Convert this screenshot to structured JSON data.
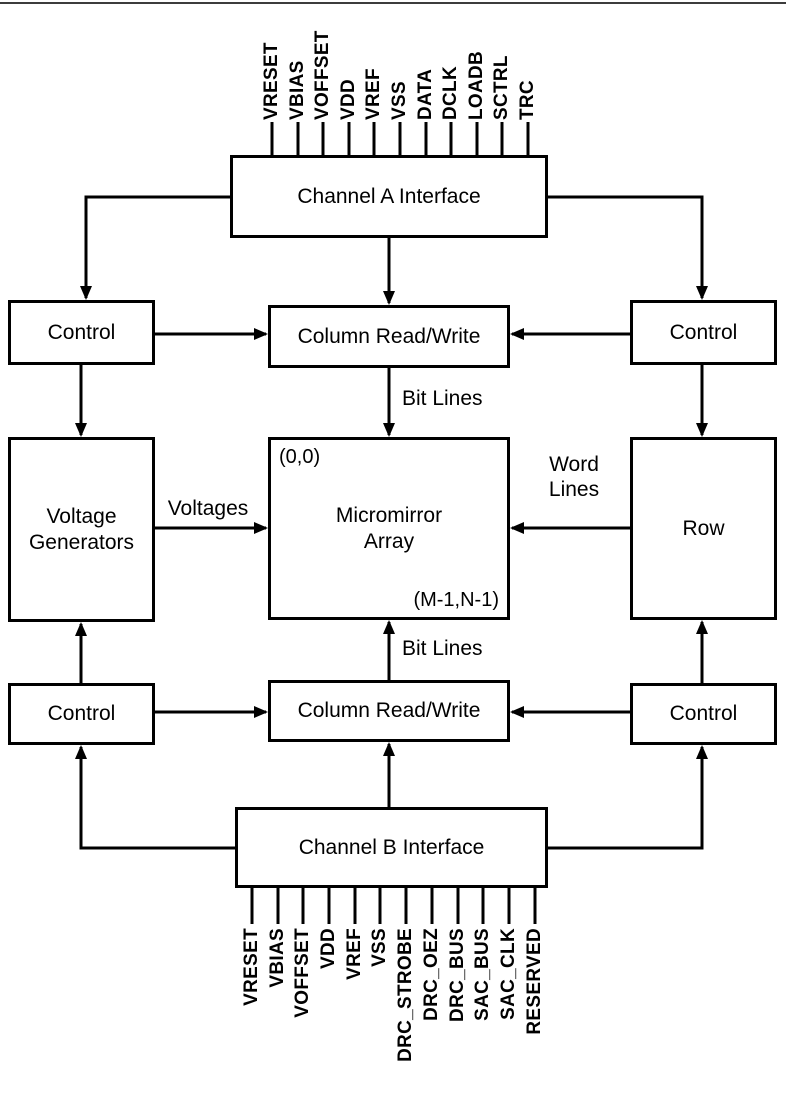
{
  "pins": {
    "top": [
      "VRESET",
      "VBIAS",
      "VOFFSET",
      "VDD",
      "VREF",
      "VSS",
      "DATA",
      "DCLK",
      "LOADB",
      "SCTRL",
      "TRC"
    ],
    "bottom": [
      "VRESET",
      "VBIAS",
      "VOFFSET",
      "VDD",
      "VREF",
      "VSS",
      "DRC_STROBE",
      "DRC_OEZ",
      "DRC_BUS",
      "SAC_BUS",
      "SAC_CLK",
      "RESERVED"
    ]
  },
  "boxes": {
    "channel_a": "Channel A Interface",
    "channel_b": "Channel B Interface",
    "control_top_left": "Control",
    "control_top_right": "Control",
    "control_bottom_left": "Control",
    "control_bottom_right": "Control",
    "column_rw_top": "Column Read/Write",
    "column_rw_bottom": "Column Read/Write",
    "voltage_generators_line1": "Voltage",
    "voltage_generators_line2": "Generators",
    "micromirror_line1": "Micromirror",
    "micromirror_line2": "Array",
    "row": "Row"
  },
  "annotations": {
    "bit_lines_top": "Bit Lines",
    "bit_lines_bottom": "Bit Lines",
    "voltages": "Voltages",
    "word_lines_line1": "Word",
    "word_lines_line2": "Lines",
    "origin_corner": "(0,0)",
    "extent_corner": "(M-1,N-1)"
  },
  "colors": {
    "line": "#000000",
    "background": "#ffffff"
  }
}
